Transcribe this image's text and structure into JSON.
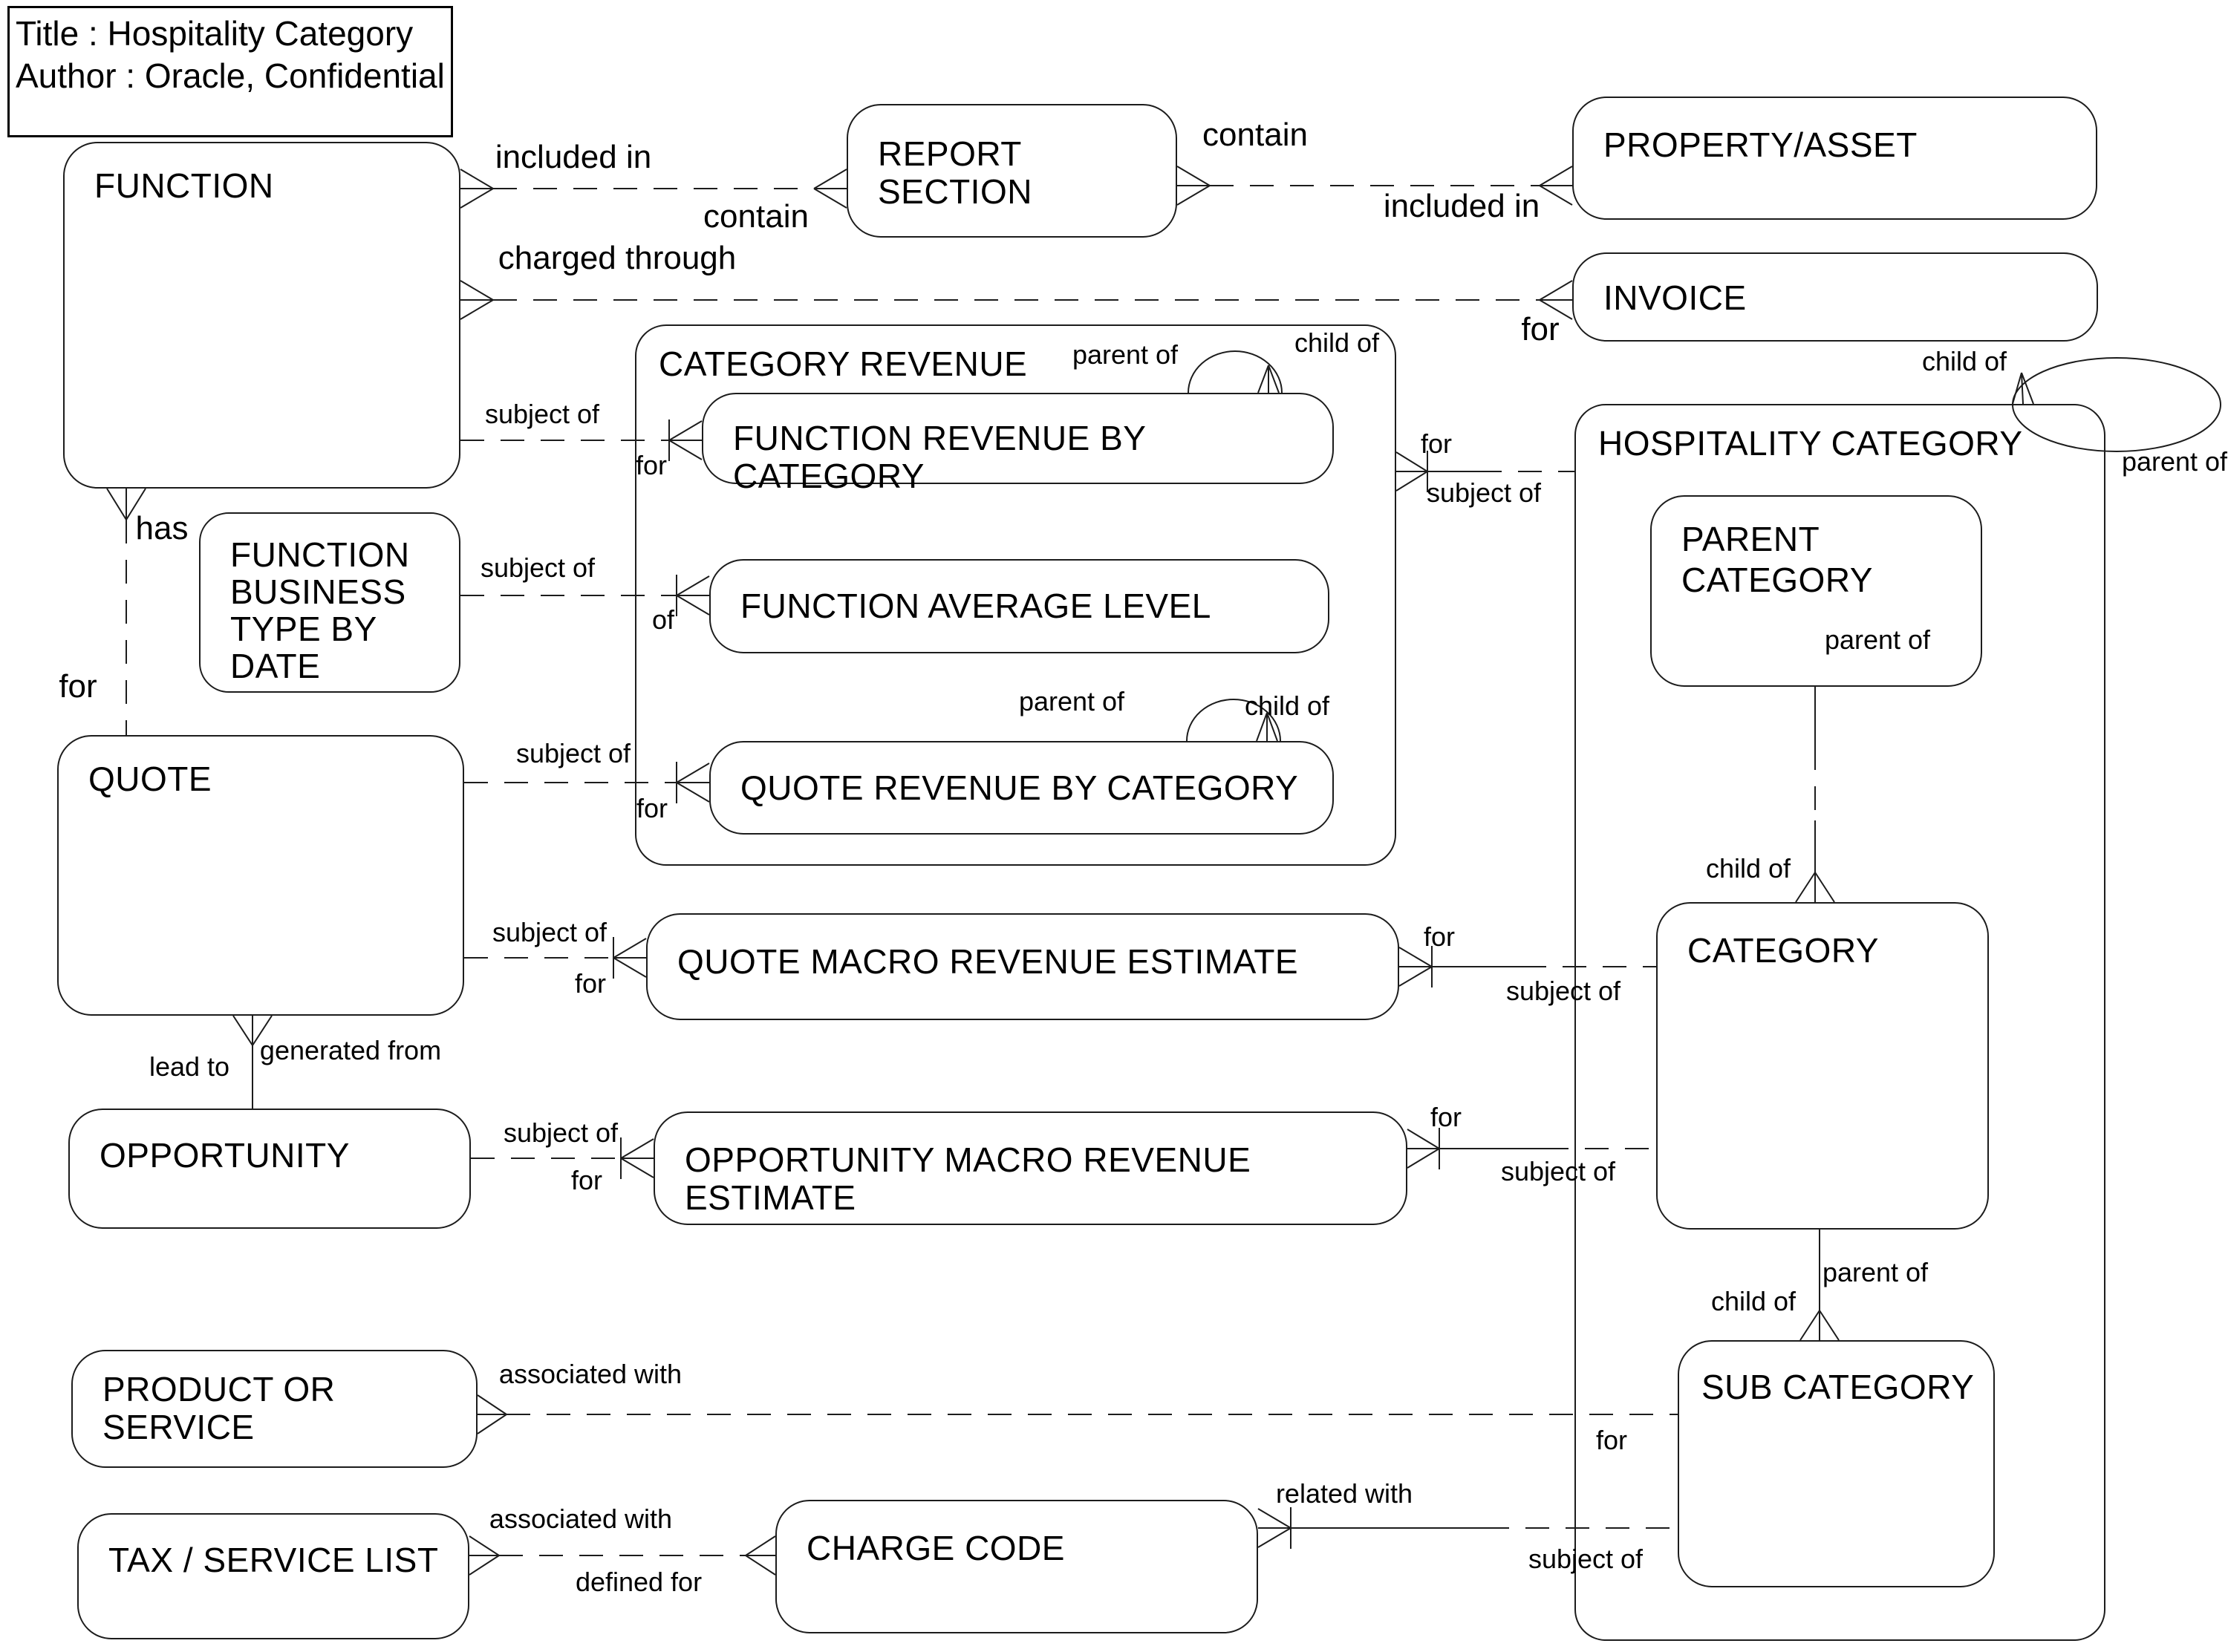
{
  "title_block": {
    "title": "Title : Hospitality Category",
    "author": "Author : Oracle, Confidential"
  },
  "entities": {
    "function": {
      "label": "FUNCTION"
    },
    "report_section": {
      "label": "REPORT SECTION"
    },
    "property_asset": {
      "label": "PROPERTY/ASSET"
    },
    "invoice": {
      "label": "INVOICE"
    },
    "category_revenue": {
      "label": "CATEGORY REVENUE"
    },
    "function_revenue_by_category": {
      "label": "FUNCTION REVENUE BY CATEGORY"
    },
    "function_average_level": {
      "label": "FUNCTION AVERAGE LEVEL"
    },
    "quote_revenue_by_category": {
      "label": "QUOTE REVENUE BY CATEGORY"
    },
    "function_business_type_by_date": {
      "label": "FUNCTION\nBUSINESS\nTYPE BY\nDATE"
    },
    "quote": {
      "label": "QUOTE"
    },
    "quote_macro_revenue_estimate": {
      "label": "QUOTE MACRO REVENUE ESTIMATE"
    },
    "opportunity": {
      "label": "OPPORTUNITY"
    },
    "opportunity_macro_revenue_estimate": {
      "label": "OPPORTUNITY MACRO REVENUE ESTIMATE"
    },
    "product_or_service": {
      "label": "PRODUCT OR\nSERVICE"
    },
    "tax_service_list": {
      "label": "TAX / SERVICE LIST"
    },
    "charge_code": {
      "label": "CHARGE CODE"
    },
    "hospitality_category": {
      "label": "HOSPITALITY CATEGORY"
    },
    "parent_category": {
      "label": "PARENT\nCATEGORY"
    },
    "category": {
      "label": "CATEGORY"
    },
    "sub_category": {
      "label": "SUB CATEGORY"
    }
  },
  "relations": {
    "function_report_section": {
      "function_side": "included in",
      "report_side": "contain"
    },
    "report_section_property": {
      "report_side": "contain",
      "property_side": "included in"
    },
    "function_invoice": {
      "function_side": "charged through",
      "invoice_side": "for"
    },
    "function_frbc": {
      "function_side": "subject of",
      "frbc_side": "for"
    },
    "fbtbd_fal": {
      "fbtbd_side": "subject of",
      "fal_side": "of"
    },
    "quote_qrbc": {
      "quote_side": "subject of",
      "qrbc_side": "for"
    },
    "quote_qmre": {
      "quote_side": "subject of",
      "qmre_side": "for"
    },
    "opportunity_omre": {
      "opportunity_side": "subject of",
      "omre_side": "for"
    },
    "function_quote": {
      "function_side": "has",
      "quote_side": "for"
    },
    "quote_opportunity": {
      "quote_side": "generated from",
      "opportunity_side": "lead to"
    },
    "category_revenue_hospitality": {
      "revenue_side": "for",
      "hospitality_side": "subject of"
    },
    "qmre_category": {
      "qmre_side": "for",
      "category_side": "subject of"
    },
    "omre_category": {
      "omre_side": "for",
      "category_side": "subject of"
    },
    "product_sub_category": {
      "product_side": "associated with",
      "sub_category_side": "for"
    },
    "tax_charge_code": {
      "tax_side": "associated with",
      "charge_side": "defined for"
    },
    "charge_sub_category": {
      "charge_side": "related with",
      "sub_category_side": "subject of"
    },
    "parent_category_category": {
      "parent_side": "parent of",
      "child_side": "child of"
    },
    "category_sub_category": {
      "parent_side": "parent of",
      "child_side": "child of"
    },
    "frbc_self": {
      "parent_side": "parent of",
      "child_side": "child of"
    },
    "qrbc_self": {
      "parent_side": "parent of",
      "child_side": "child of"
    },
    "hospitality_self": {
      "child_side": "child of",
      "parent_side": "parent of"
    }
  }
}
